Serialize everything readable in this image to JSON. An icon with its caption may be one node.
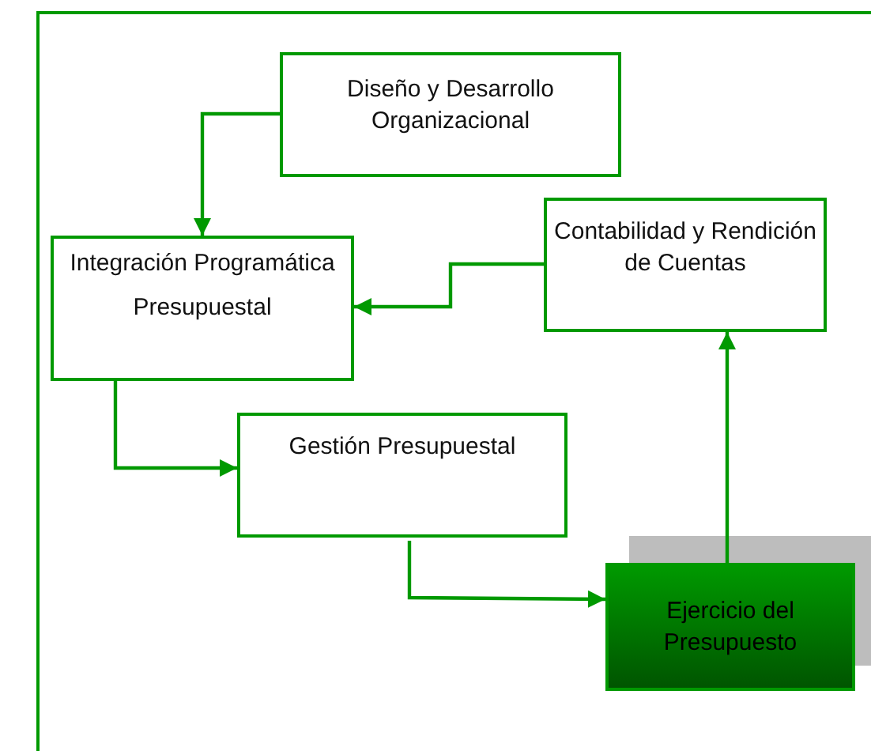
{
  "diagram": {
    "nodes": [
      {
        "text": [
          "Diseño y Desarrollo Organizacional"
        ]
      },
      {
        "text": [
          "Integración Programática",
          "Presupuestal"
        ]
      },
      {
        "text": [
          "Contabilidad y Rendición de Cuentas"
        ]
      },
      {
        "text": [
          "Gestión Presupuestal"
        ]
      },
      {
        "text": [
          "Ejercicio del Presupuesto"
        ]
      }
    ],
    "edges": [
      {
        "from": 0,
        "to": 1,
        "arrow": "to"
      },
      {
        "from": 2,
        "to": 1,
        "arrow": "to"
      },
      {
        "from": 1,
        "to": 3,
        "arrow": "to"
      },
      {
        "from": 3,
        "to": 4,
        "arrow": "to"
      },
      {
        "from": 4,
        "to": 2,
        "arrow": "to"
      }
    ]
  }
}
